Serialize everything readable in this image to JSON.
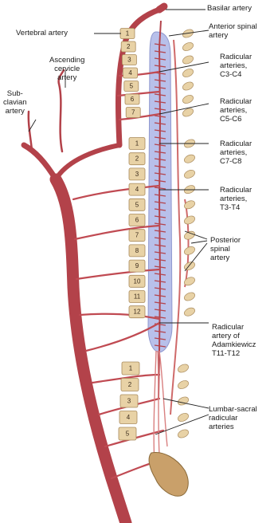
{
  "labels": {
    "basilar": "Basilar artery",
    "vertebral": "Vertebral artery",
    "anterior_spinal": "Anterior spinal\nartery",
    "ascending_cervicle": "Ascending\ncervicle\nartery",
    "subclavian": "Sub-\nclavian\nartery",
    "rad_c3c4": "Radicular\narteries,\nC3-C4",
    "rad_c5c6": "Radicular\narteries,\nC5-C6",
    "rad_c7c8": "Radicular\narteries,\nC7-C8",
    "rad_t3t4": "Radicular\narteries,\nT3-T4",
    "posterior_spinal": "Posterior\nspinal\nartery",
    "adamkiewicz": "Radicular\nartery of\nAdamkiewicz\nT11-T12",
    "lumbar_sacral": "Lumbar-sacral\nradicular\narteries"
  },
  "vertebrae": {
    "cervical": [
      "1",
      "2",
      "3",
      "4",
      "5",
      "6",
      "7"
    ],
    "thoracic": [
      "1",
      "2",
      "3",
      "4",
      "5",
      "6",
      "7",
      "8",
      "9",
      "10",
      "11",
      "12"
    ],
    "lumbar": [
      "1",
      "2",
      "3",
      "4",
      "5"
    ]
  },
  "colors": {
    "artery": "#b3424a",
    "artery_light": "#cf6a6a",
    "spinal_cord": "#b8c0ea",
    "vertebra": "#e8d2a6",
    "vertebra_stroke": "#a98a5c",
    "sacrum": "#c9a06a",
    "leader": "#222222"
  }
}
